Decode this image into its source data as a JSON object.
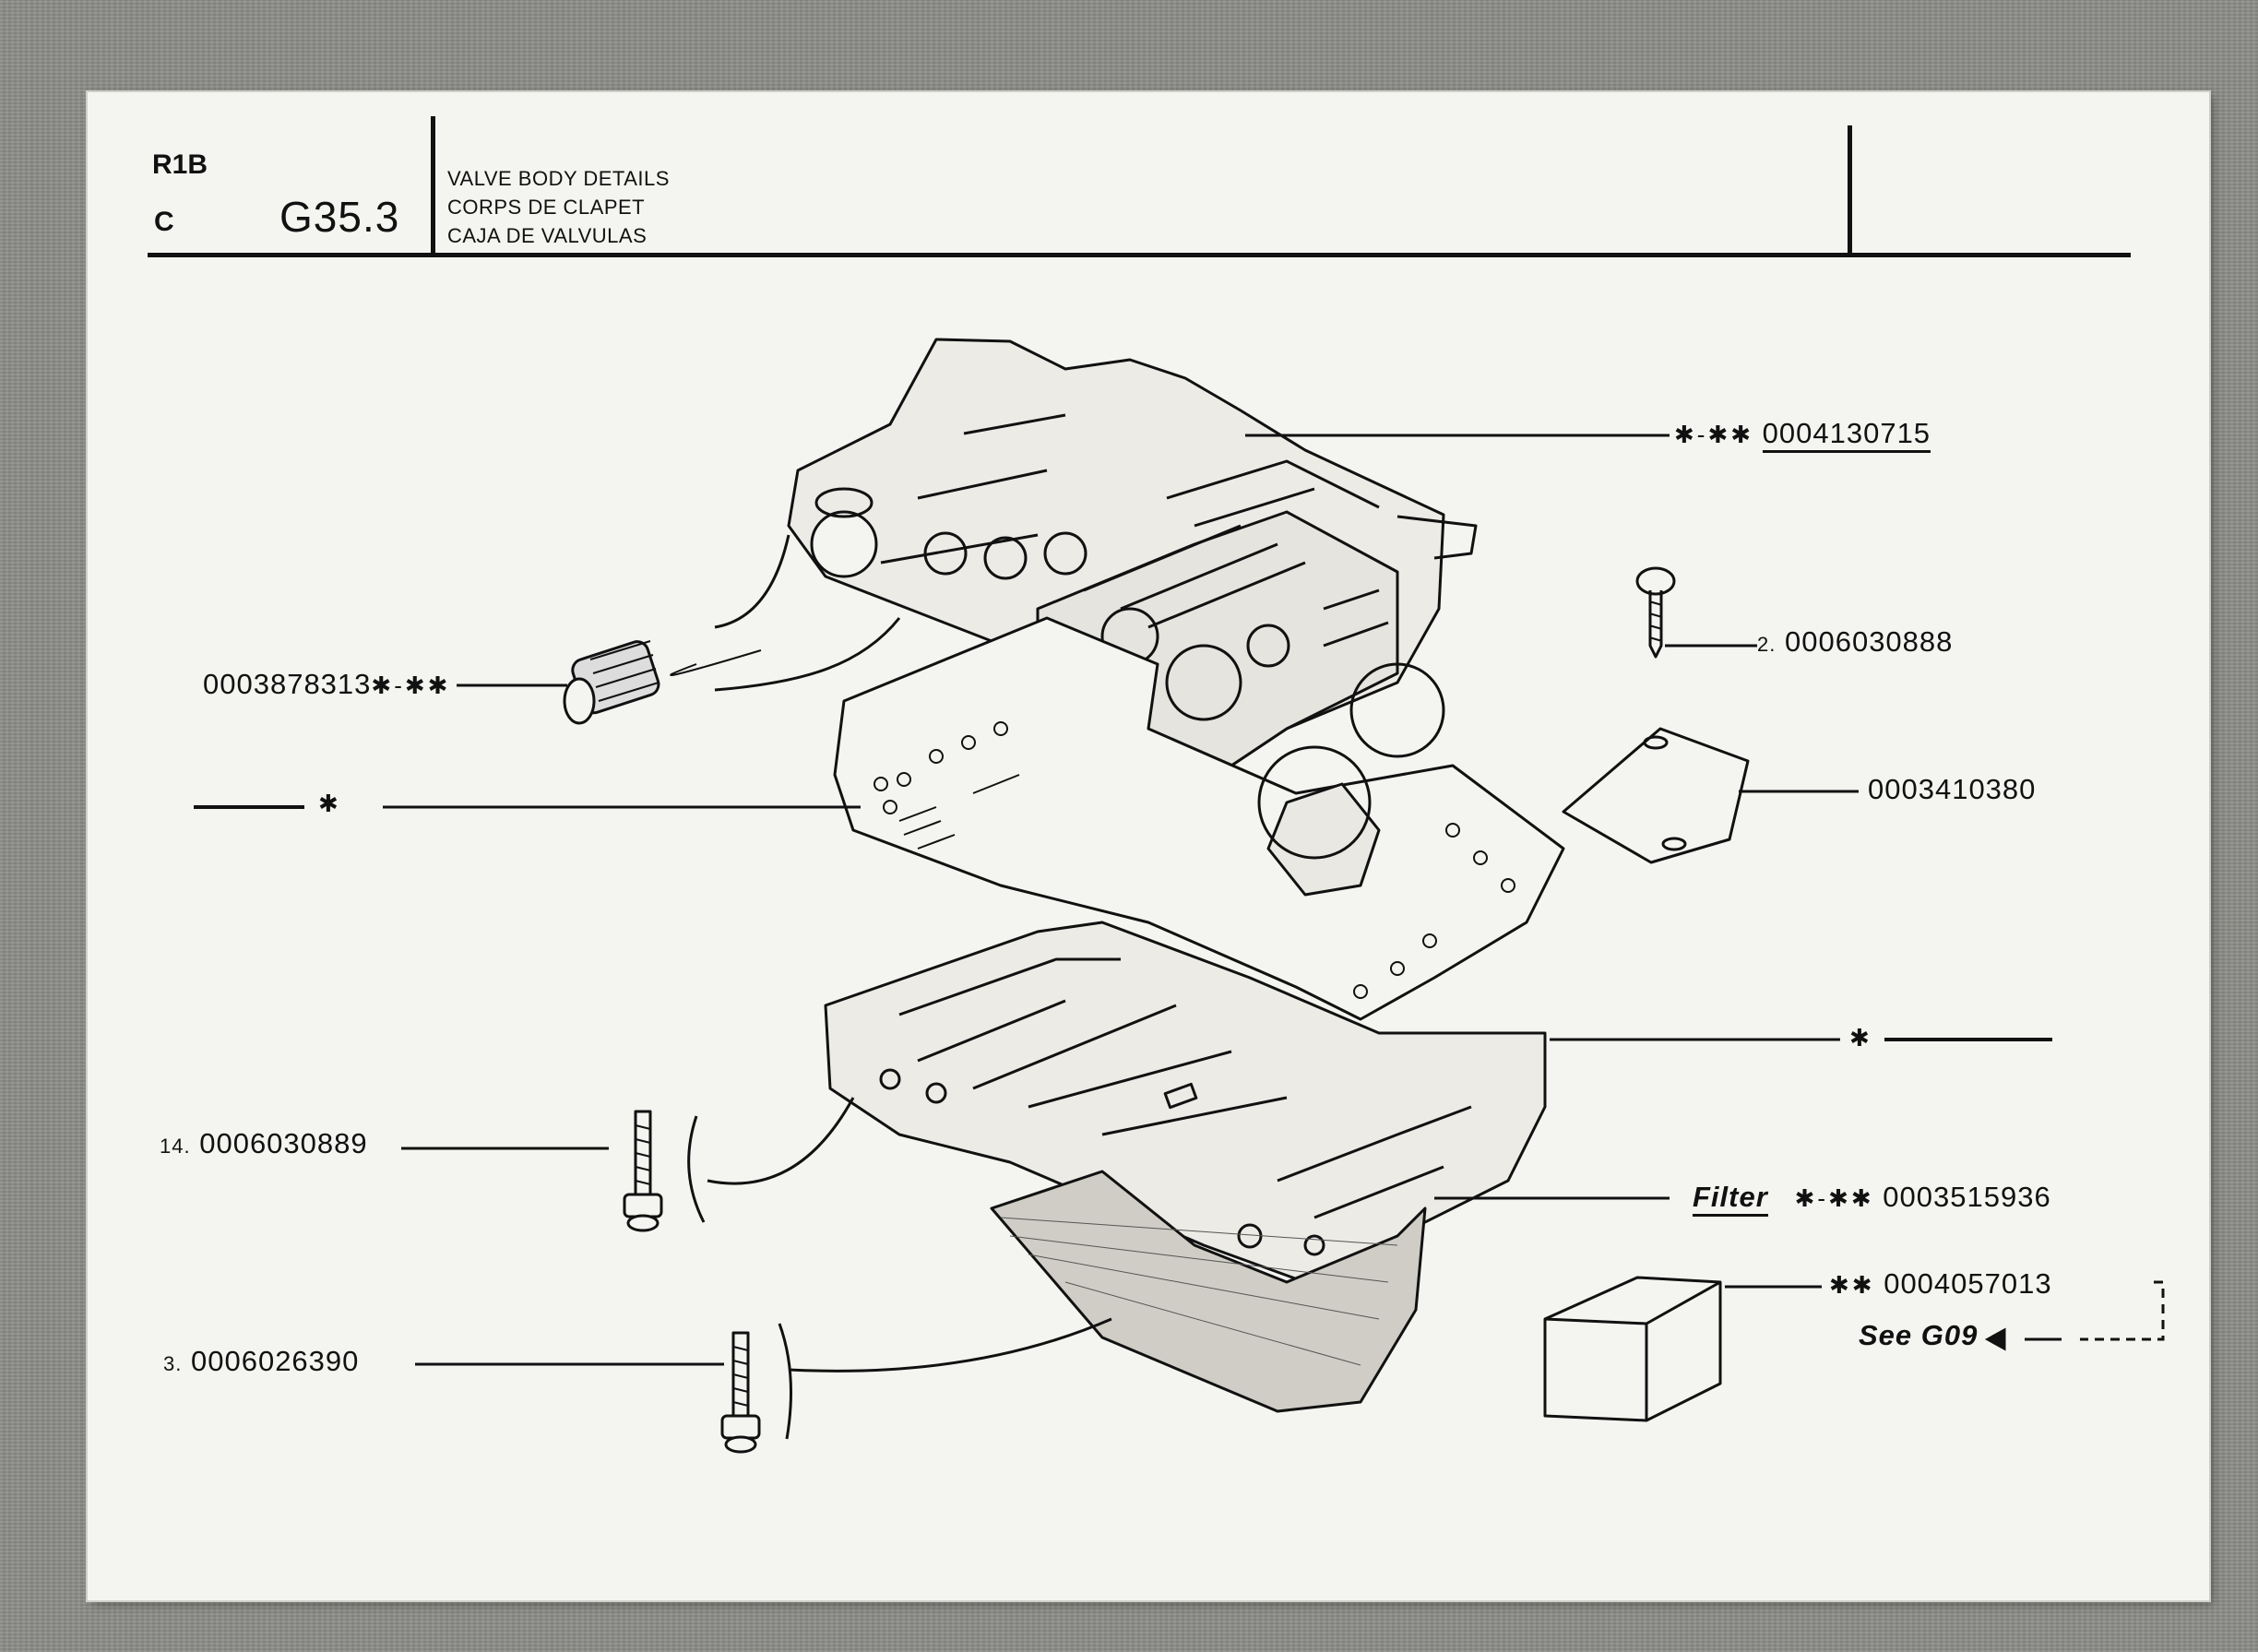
{
  "header": {
    "model": "R1B",
    "variant": "C",
    "page_ref": "G35.3",
    "title_en": "VALVE BODY DETAILS",
    "title_fr": "CORPS DE CLAPET",
    "title_es": "CAJA DE VALVULAS"
  },
  "callouts": {
    "valve_body": {
      "star": "✱-✱✱",
      "part": "0004130715"
    },
    "strainer": {
      "part": "0003878313",
      "star": "✱-✱✱"
    },
    "screw_small": {
      "qty": "2.",
      "part": "0006030888"
    },
    "cover_plate": {
      "part": "0003410380"
    },
    "separator_gasket": {
      "star": "✱"
    },
    "lower_gasket": {
      "star": "✱"
    },
    "bolt_14": {
      "qty": "14.",
      "part": "0006030889"
    },
    "filter": {
      "word": "Filter",
      "star": "✱-✱✱",
      "part": "0003515936"
    },
    "gasket_kit": {
      "star": "✱✱",
      "part": "0004057013"
    },
    "see_ref": {
      "text": "See G09"
    },
    "bolt_3": {
      "qty": "3.",
      "part": "0006026390"
    }
  },
  "colors": {
    "ink": "#111111",
    "paper": "#f4f4f1",
    "background": "#8c8c88"
  }
}
